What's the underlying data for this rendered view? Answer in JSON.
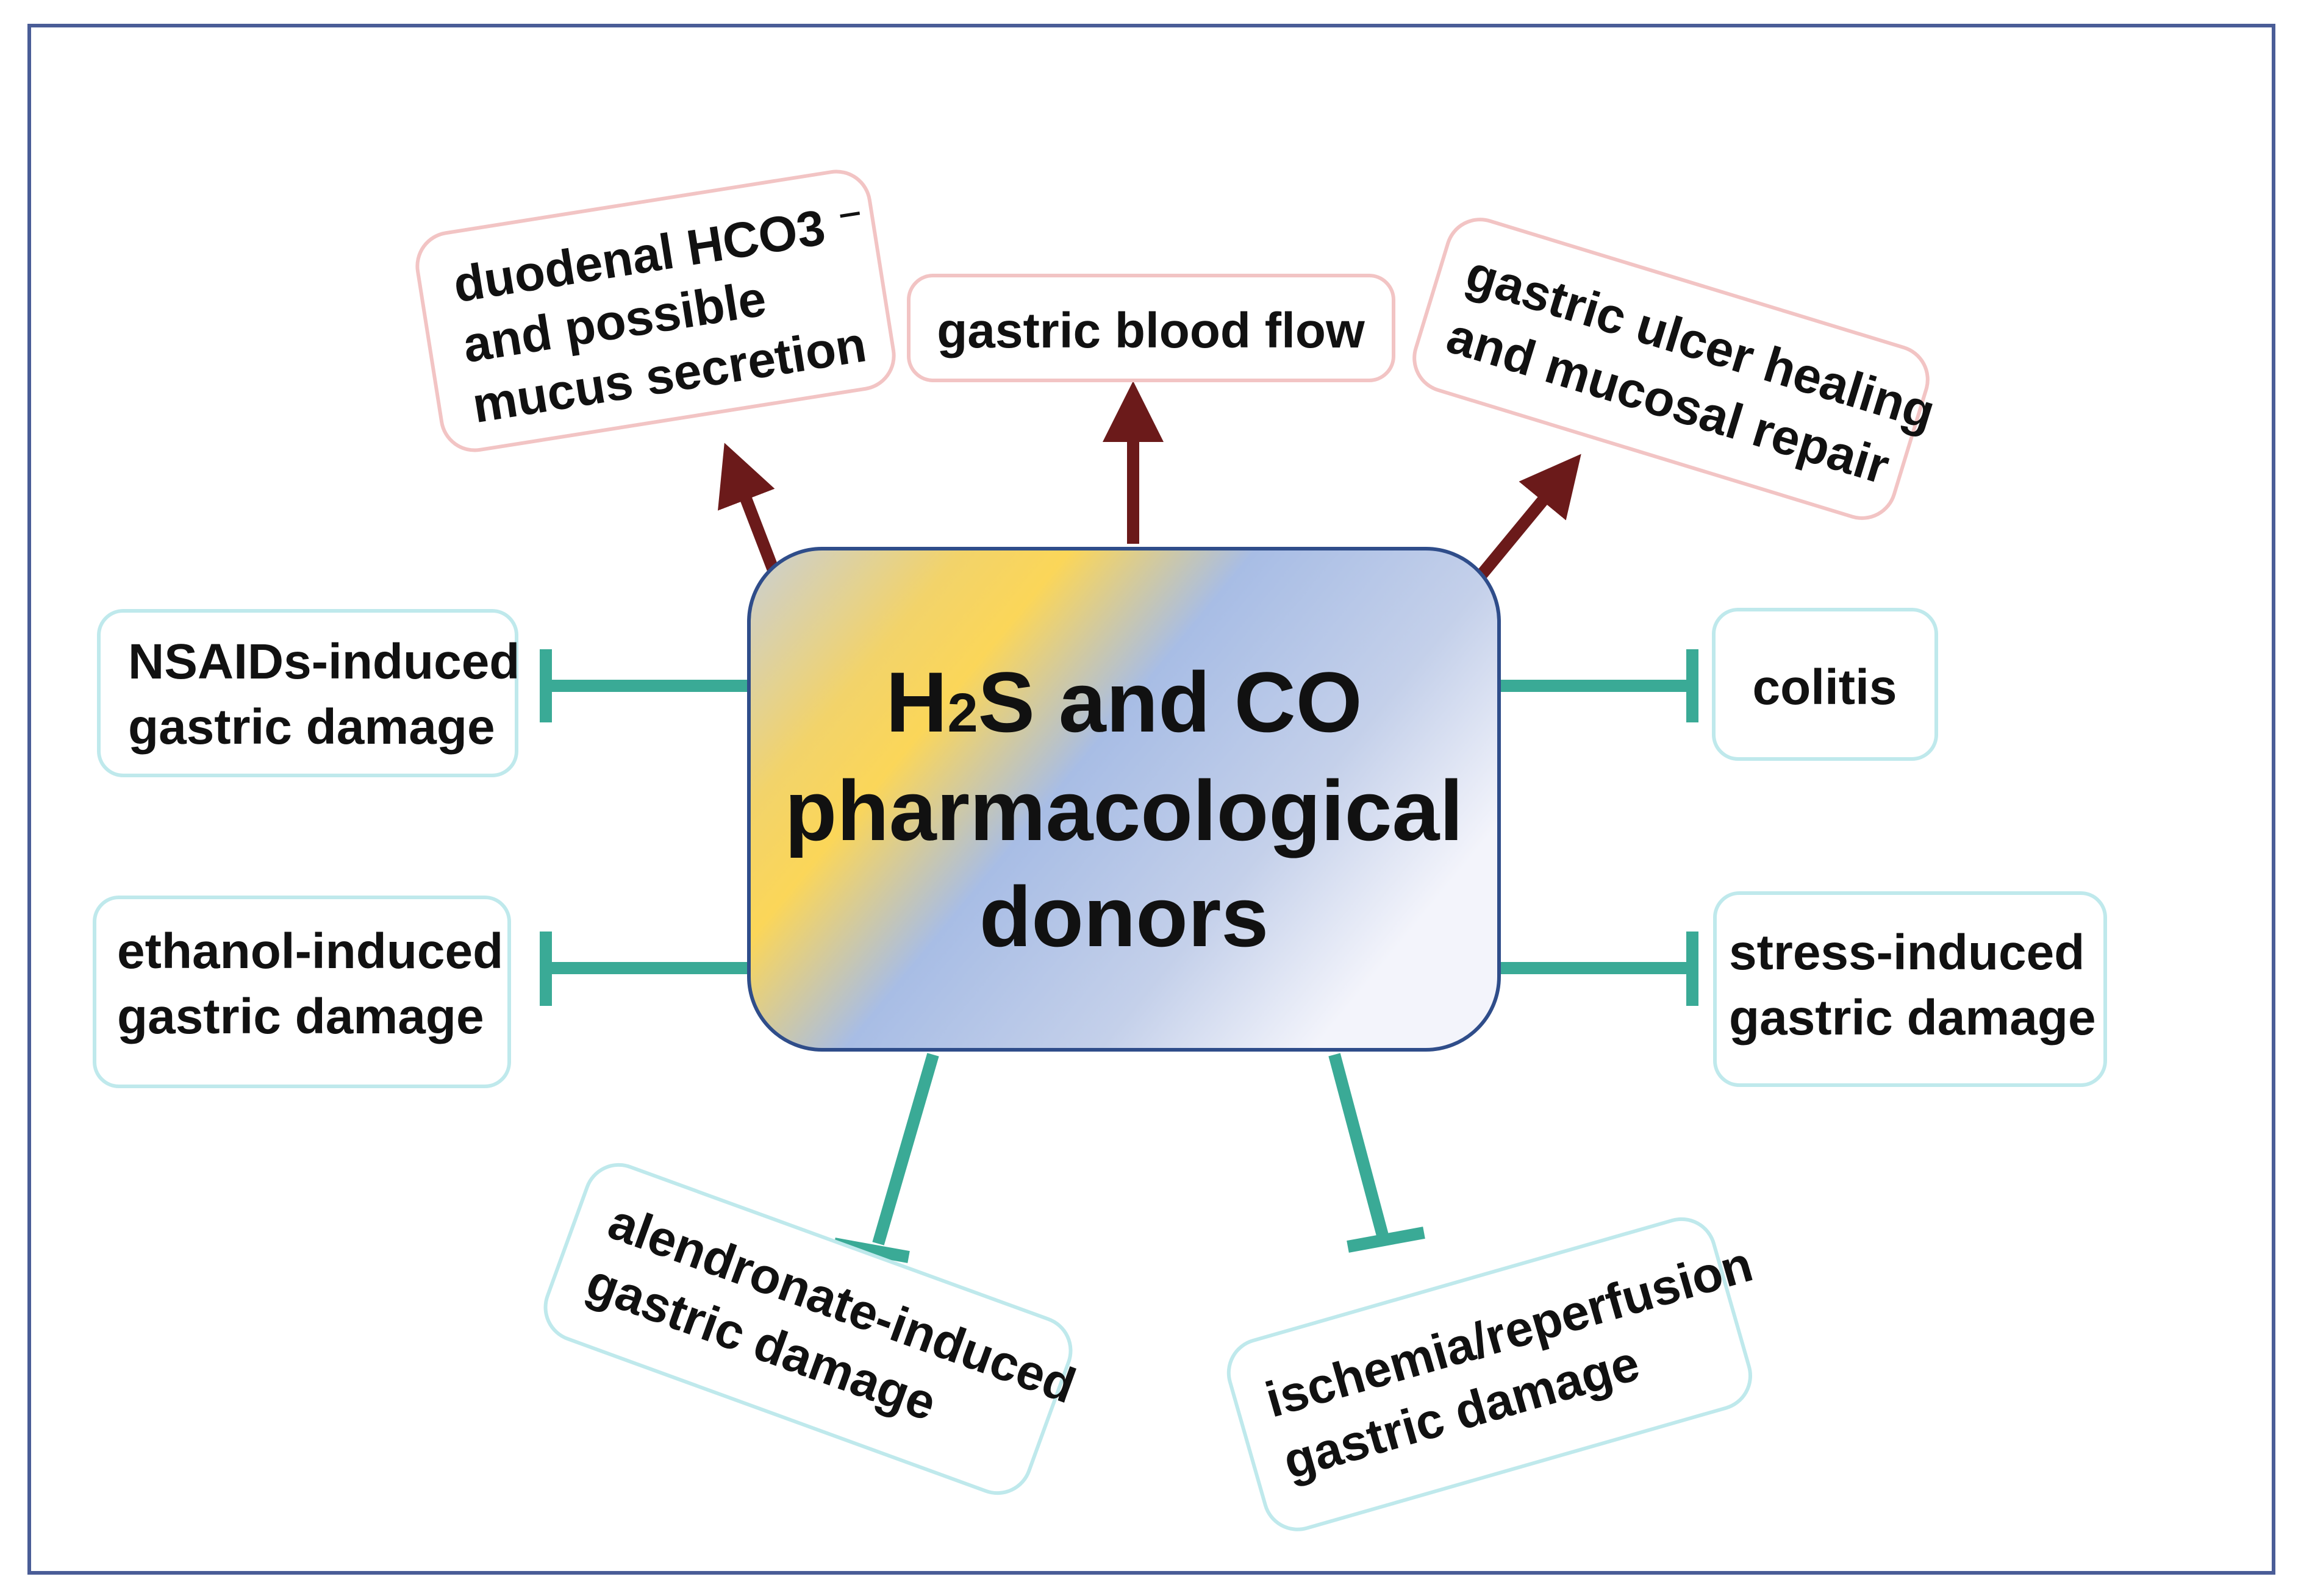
{
  "center": {
    "line1_a": "H",
    "line1_sub": "2",
    "line1_b": "S and CO",
    "line2": "pharmacological",
    "line3": "donors"
  },
  "promotes": [
    {
      "lines": [
        "duodenal HCO3 ⁻",
        "and possible",
        "mucus secretion"
      ]
    },
    {
      "lines": [
        "gastric blood  flow"
      ]
    },
    {
      "lines": [
        "gastric ulcer healing",
        "and mucosal repair"
      ]
    }
  ],
  "inhibits": [
    {
      "lines": [
        "NSAIDs-induced",
        "gastric damage"
      ]
    },
    {
      "lines": [
        "ethanol-induced",
        "gastric damage"
      ]
    },
    {
      "lines": [
        "alendronate-induced",
        "gastric damage"
      ]
    },
    {
      "lines": [
        "ischemia/reperfusion",
        "gastric damage"
      ]
    },
    {
      "lines": [
        "colitis"
      ]
    },
    {
      "lines": [
        "stress-induced",
        "gastric damage"
      ]
    }
  ],
  "colors": {
    "frame": "#4a5d97",
    "promote_arrow": "#6b1a1a",
    "promote_border": "#f2c4c4",
    "inhibit_line": "#3aaa96",
    "inhibit_border": "#bfe9ec",
    "center_border": "#2f4d8a"
  }
}
